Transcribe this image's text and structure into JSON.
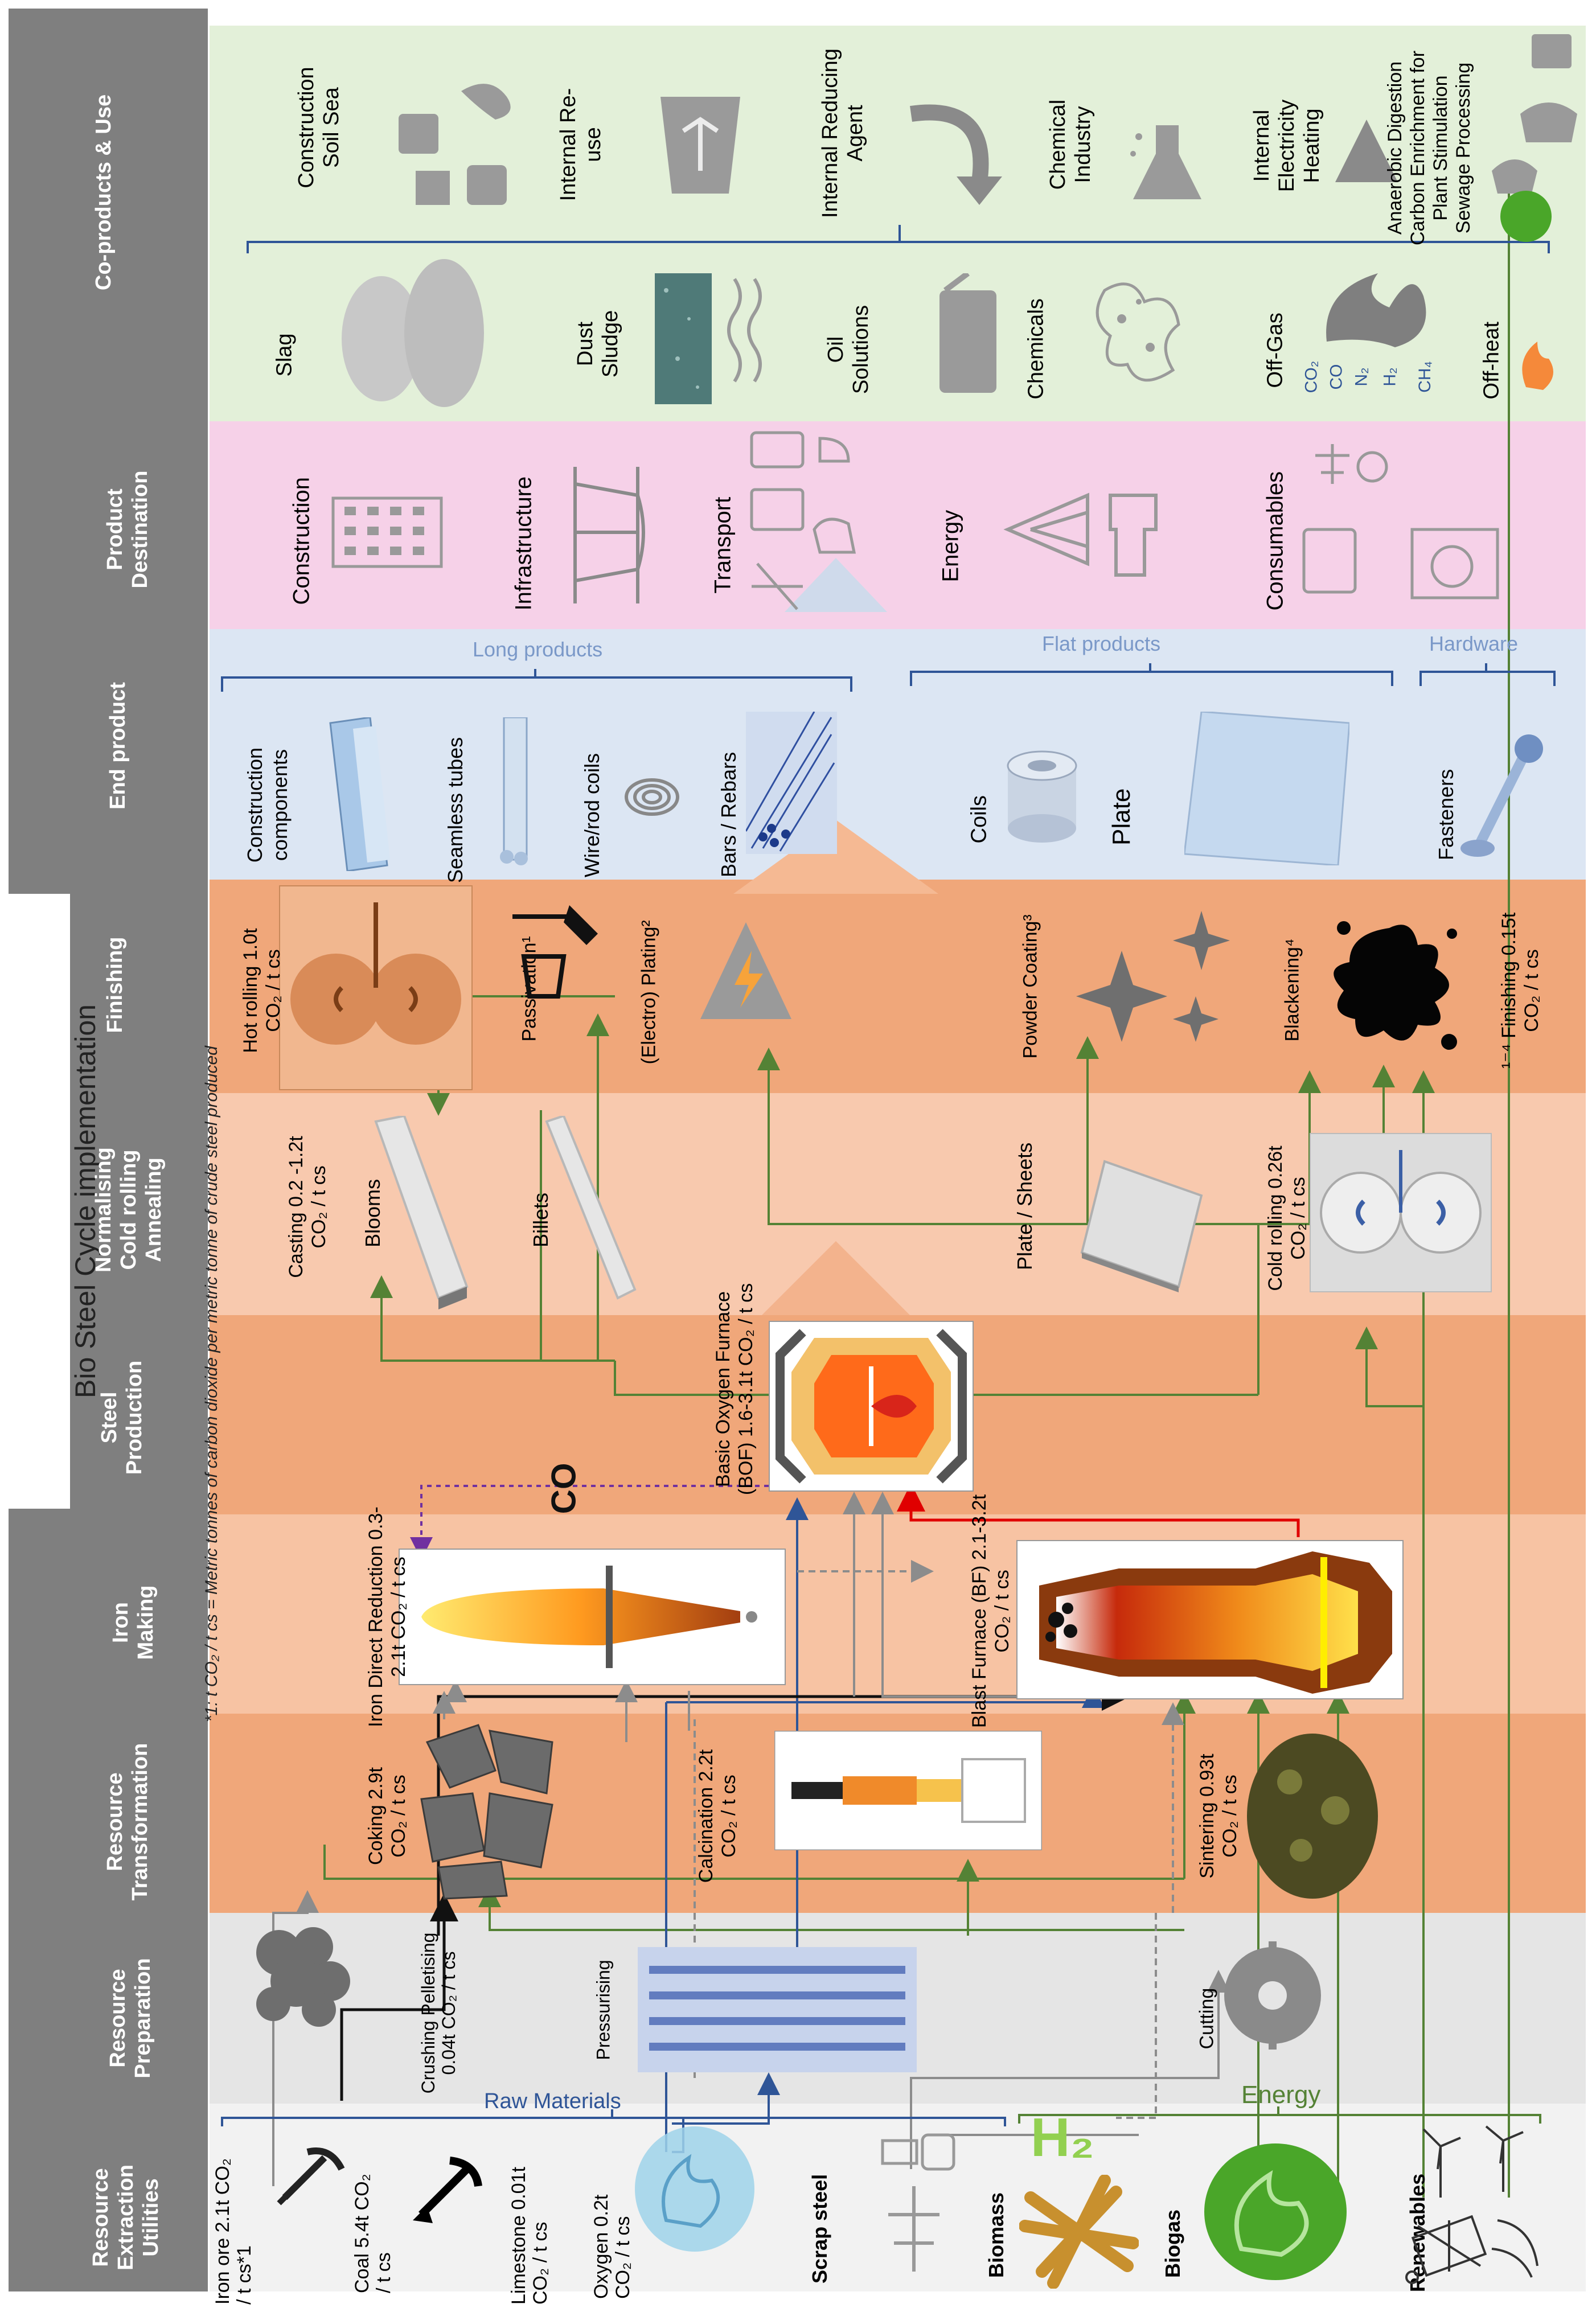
{
  "title": "Bio Steel Cycle implementation",
  "footnote": "*1: t CO₂ / t cs = Metric tonnes of carbon dioxide per metric tonne of crude steel produced",
  "columns": {
    "extraction": "Resource Extraction Utilities",
    "preparation": "Resource Preparation",
    "transformation": "Resource Transformation",
    "iron_making": "Iron Making",
    "steel_production": "Steel Production",
    "normalising": "Normalising Cold rolling Annealing",
    "finishing": "Finishing",
    "end_product": "End product",
    "destination": "Product Destination",
    "coproducts": "Co-products & Use"
  },
  "inputs": {
    "iron_ore": "Iron ore 2.1t CO₂ / t cs*1",
    "coal": "Coal 5.4t CO₂ / t cs",
    "limestone": "Limestone 0.01t CO₂ / t cs",
    "oxygen": "Oxygen 0.2t CO₂ / t cs",
    "scrap": "Scrap steel",
    "biomass": "Biomass",
    "h2": "H₂",
    "biogas": "Biogas",
    "renewables": "Renewables",
    "raw_materials": "Raw Materials",
    "energy": "Energy"
  },
  "preparation": {
    "crushing": "Crushing Pelletising 0.04t CO₂ / t cs",
    "pressurising": "Pressurising",
    "cutting": "Cutting"
  },
  "transformation": {
    "coking": "Coking 2.9t CO₂ / t cs",
    "calcination": "Calcination 2.2t CO₂ / t cs",
    "sintering": "Sintering 0.93t CO₂ / t cs"
  },
  "iron_making": {
    "idr": "Iron Direct Reduction 0.3-2.1t CO₂ / t cs",
    "bf": "Blast Furnace (BF) 2.1-3.2t CO₂ / t cs",
    "co": "CO"
  },
  "steel": {
    "bof": "Basic Oxygen Furnace (BOF) 1.6-3.1t CO₂ / t cs"
  },
  "normalising": {
    "casting": "Casting 0.2 -1.2t CO₂ / t cs",
    "blooms": "Blooms",
    "billets": "Billets",
    "plate_sheets": "Plate / Sheets",
    "cold_rolling": "Cold rolling 0.26t CO₂ / t cs"
  },
  "finishing": {
    "hot_rolling": "Hot rolling 1.0t CO₂ / t cs",
    "passivation": "Passivation¹",
    "plating": "(Electro) Plating²",
    "powder": "Powder Coating³",
    "blackening": "Blackening⁴",
    "finishing_total": "¹⁻⁴ Finishing 0.15t CO₂ / t cs"
  },
  "end_products": {
    "long": "Long products",
    "flat": "Flat products",
    "hardware": "Hardware",
    "construction_components": "Construction components",
    "seamless": "Seamless tubes",
    "wire": "Wire/rod coils",
    "bars": "Bars / Rebars",
    "coils": "Coils",
    "plate": "Plate",
    "fasteners": "Fasteners"
  },
  "destinations": {
    "construction": "Construction",
    "infrastructure": "Infrastructure",
    "transport": "Transport",
    "energy": "Energy",
    "consumables": "Consumables"
  },
  "coproducts": {
    "slag": "Slag",
    "dust": "Dust Sludge",
    "oil": "Oil Solutions",
    "chemicals": "Chemicals",
    "offgas": "Off-Gas",
    "gases": [
      "CO₂",
      "CO",
      "N₂",
      "H₂",
      "CH₄"
    ],
    "offheat": "Off-heat"
  },
  "uses": {
    "construction_soil_sea": "Construction Soil Sea",
    "reuse": "Internal Re-use",
    "reducing": "Internal Reducing Agent",
    "chemical_industry": "Chemical Industry",
    "electricity": "Internal Electricity Heating",
    "anaerobic": "Anaerobic Digestion Carbon Enrichment for Plant Stimulation Sewage Processing"
  },
  "colors": {
    "extraction_bg": "#f2f2f2",
    "preparation_bg": "#e5e5e5",
    "transform_bg": "#f0a77a",
    "iron_bg": "#f7c3a3",
    "steel_bg": "#f0a77a",
    "norm_bg": "#f8c9ae",
    "finishing_bg": "#f0a77a",
    "endproduct_bg": "#dce6f3",
    "destination_bg": "#f6d1e8",
    "coproduct_bg": "#e3f0d9",
    "header_bg": "#7f7f7f",
    "arrow_green": "#548235",
    "arrow_blue": "#2f5597",
    "arrow_red": "#e00000",
    "arrow_grey": "#8c8c8c"
  }
}
